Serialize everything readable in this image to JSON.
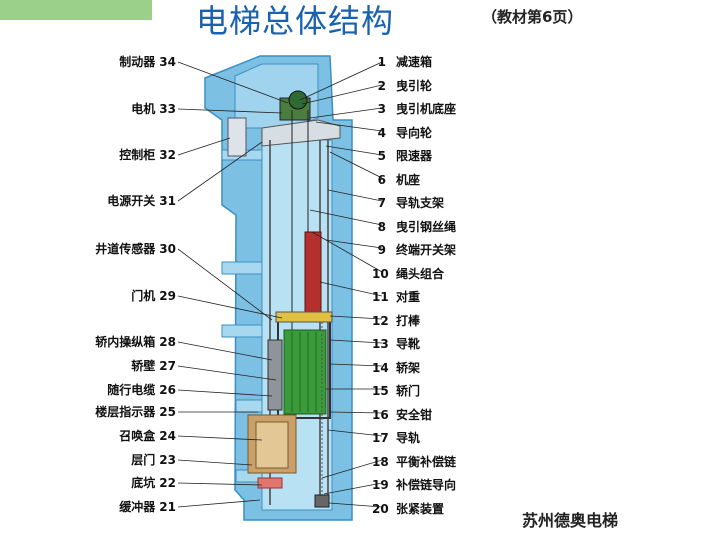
{
  "title": "电梯总体结构",
  "subtitle": "（教材第6页）",
  "footer": "苏州德奥电梯",
  "left_labels": [
    {
      "name": "制动器",
      "num": "34"
    },
    {
      "name": "电机",
      "num": "33"
    },
    {
      "name": "控制柜",
      "num": "32"
    },
    {
      "name": "电源开关",
      "num": "31"
    },
    {
      "name": "井道传感器",
      "num": "30"
    },
    {
      "name": "门机",
      "num": "29"
    },
    {
      "name": "轿内操纵箱",
      "num": "28"
    },
    {
      "name": "轿壁",
      "num": "27"
    },
    {
      "name": "随行电缆",
      "num": "26"
    },
    {
      "name": "楼层指示器",
      "num": "25"
    },
    {
      "name": "召唤盒",
      "num": "24"
    },
    {
      "name": "层门",
      "num": "23"
    },
    {
      "name": "底坑",
      "num": "22"
    },
    {
      "name": "缓冲器",
      "num": "21"
    }
  ],
  "right_labels": [
    {
      "num": "1",
      "name": "减速箱"
    },
    {
      "num": "2",
      "name": "曳引轮"
    },
    {
      "num": "3",
      "name": "曳引机底座"
    },
    {
      "num": "4",
      "name": "导向轮"
    },
    {
      "num": "5",
      "name": "限速器"
    },
    {
      "num": "6",
      "name": "机座"
    },
    {
      "num": "7",
      "name": "导轨支架"
    },
    {
      "num": "8",
      "name": "曳引钢丝绳"
    },
    {
      "num": "9",
      "name": "终端开关架"
    },
    {
      "num": "10",
      "name": "绳头组合"
    },
    {
      "num": "11",
      "name": "对重"
    },
    {
      "num": "12",
      "name": "打棒"
    },
    {
      "num": "13",
      "name": "导靴"
    },
    {
      "num": "14",
      "name": "轿架"
    },
    {
      "num": "15",
      "name": "轿门"
    },
    {
      "num": "16",
      "name": "安全钳"
    },
    {
      "num": "17",
      "name": "导轨"
    },
    {
      "num": "18",
      "name": "平衡补偿链"
    },
    {
      "num": "19",
      "name": "补偿链导向"
    },
    {
      "num": "20",
      "name": "张紧装置"
    }
  ]
}
